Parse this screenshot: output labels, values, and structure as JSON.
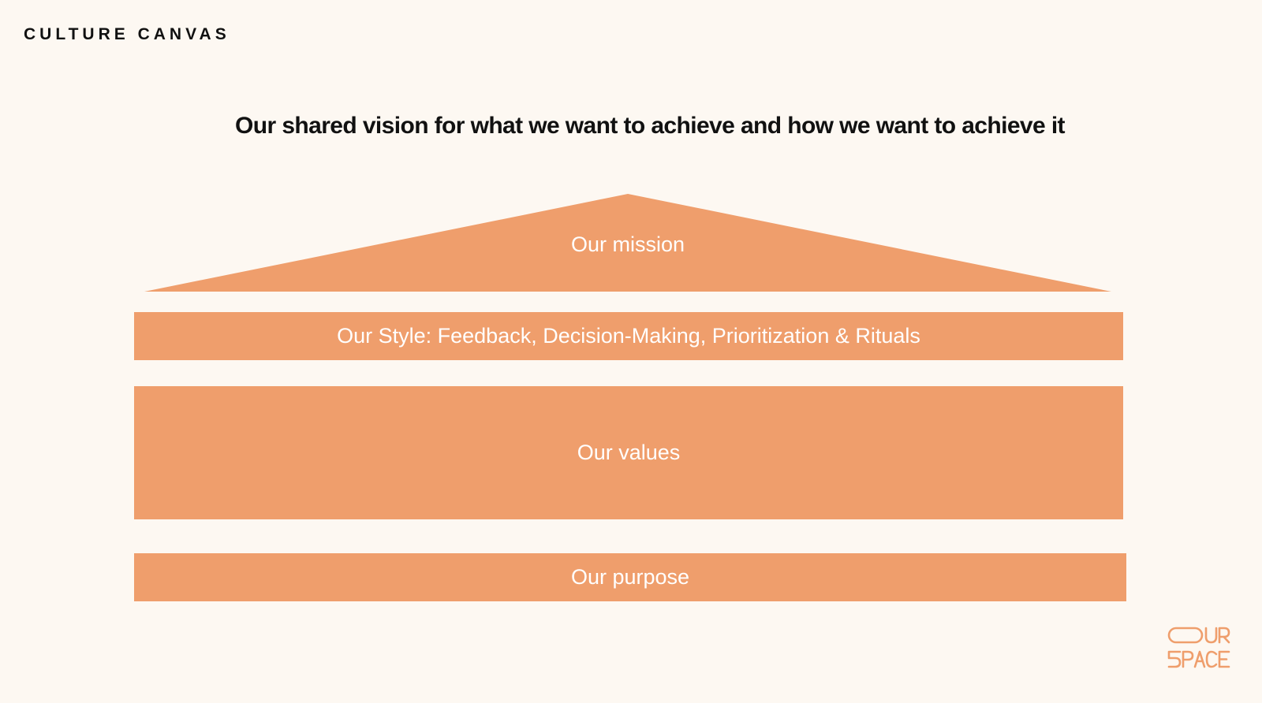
{
  "brand": {
    "title": "CULTURE CANVAS"
  },
  "headline": "Our shared vision for what we want to achieve and how we want to achieve it",
  "house": {
    "roof_label": "Our mission",
    "style_label": "Our Style: Feedback, Decision-Making, Prioritization & Rituals",
    "values_label": "Our values",
    "purpose_label": "Our purpose"
  },
  "logo": {
    "line1": "OUR",
    "line2": "SPACE",
    "color": "#ef9e6c"
  },
  "colors": {
    "background": "#fdf8f2",
    "block": "#ef9e6c",
    "text_dark": "#111111",
    "text_light": "#ffffff"
  }
}
